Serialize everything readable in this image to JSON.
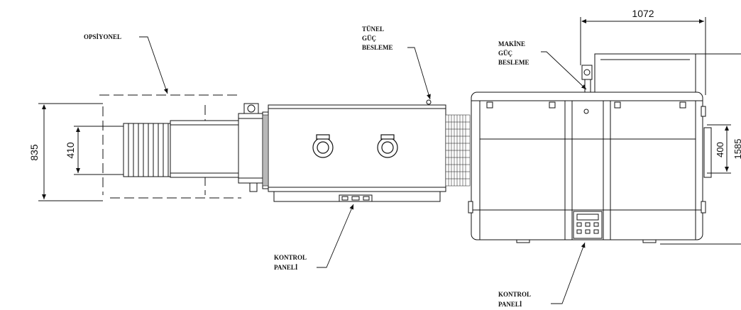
{
  "labels": {
    "optional": "OPSİYONEL",
    "tunnel_power": [
      "TÜNEL",
      "GÜÇ",
      "BESLEME"
    ],
    "machine_power": [
      "MAKİNE",
      "GÜÇ",
      "BESLEME"
    ],
    "control_panel_1": [
      "KONTROL",
      "PANELİ"
    ],
    "control_panel_2": [
      "KONTROL",
      "PANELİ"
    ]
  },
  "dimensions": {
    "width_top": "1072",
    "height_total": "835",
    "height_conveyor": "410",
    "height_right": "400",
    "height_right_outer": "1585"
  },
  "colors": {
    "line": "#111111",
    "fill": "#ffffff"
  }
}
